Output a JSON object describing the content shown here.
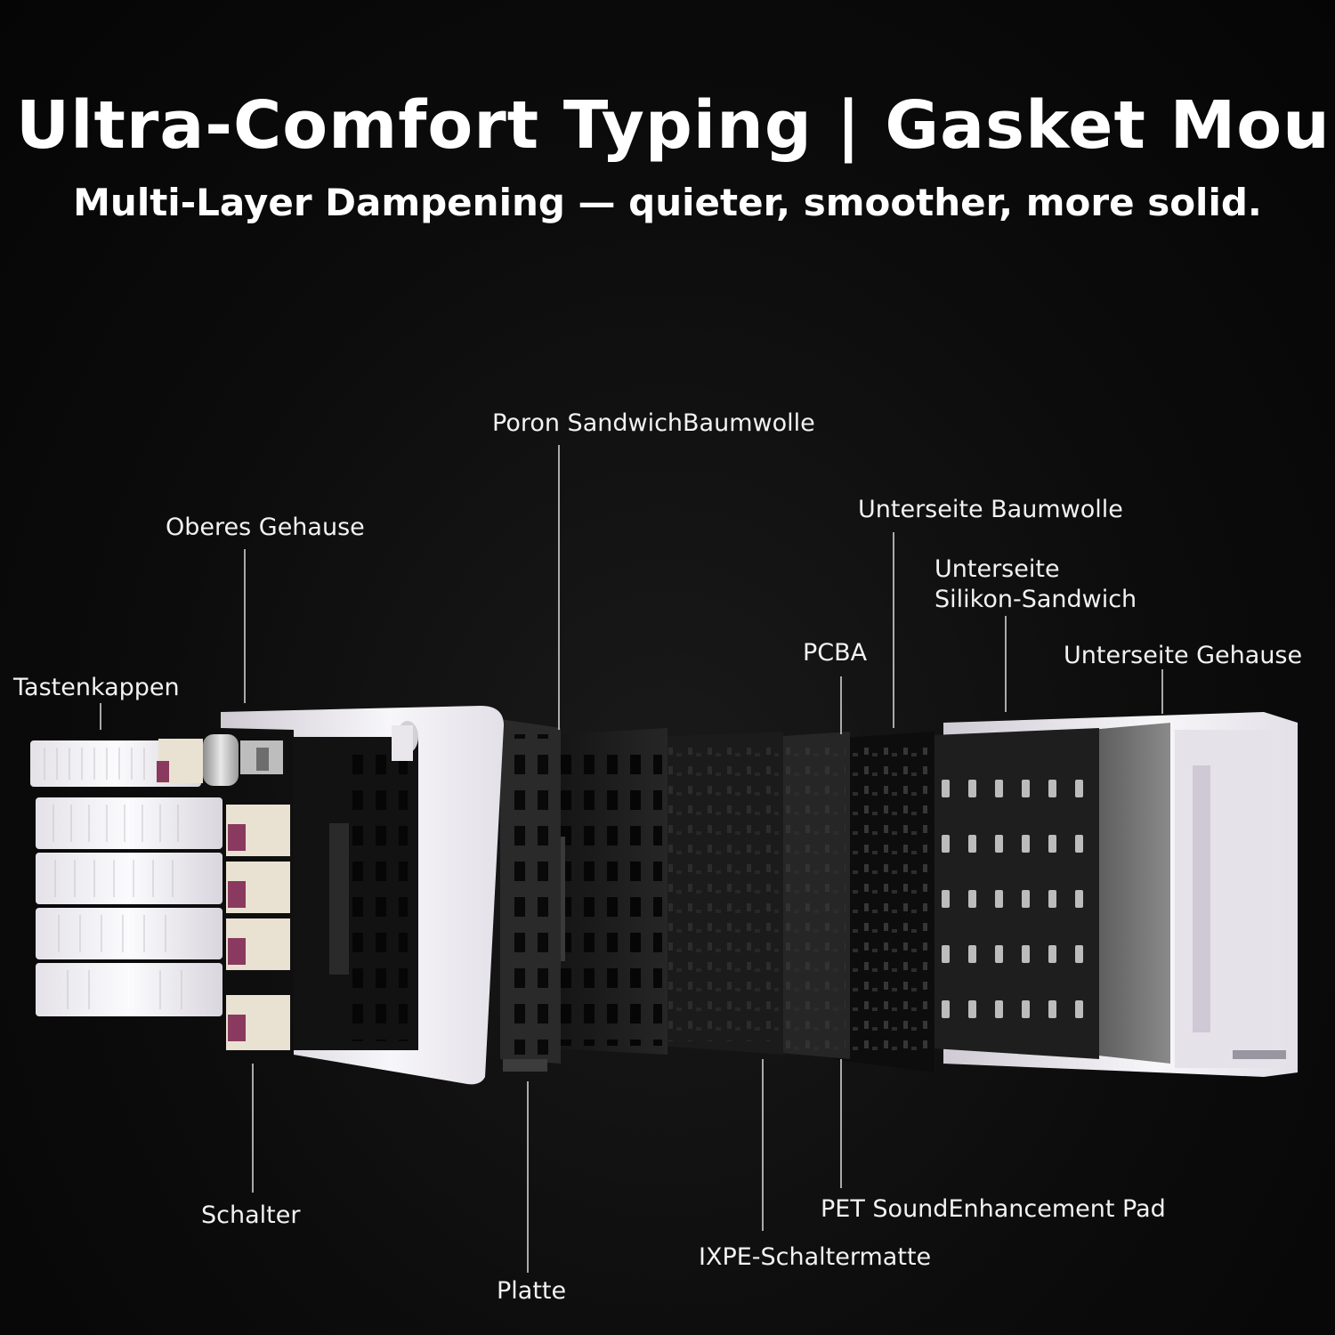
{
  "header": {
    "title": "Ultra-Comfort Typing | Gasket Mount",
    "subtitle": "Multi-Layer Dampening — quieter, smoother, more solid."
  },
  "callouts": {
    "keycaps": "Tastenkappen",
    "top_case": "Oberes Gehause",
    "switches": "Schalter",
    "plate": "Platte",
    "poron_foam": "Poron SandwichBaumwolle",
    "ixpe_mat": "IXPE-Schaltermatte",
    "pcba": "PCBA",
    "pet_pad": "PET SoundEnhancement Pad",
    "bottom_foam": "Unterseite Baumwolle",
    "silicone_line1": "Unterseite",
    "silicone_line2": "Silikon-Sandwich",
    "bottom_case": "Unterseite Gehause"
  },
  "colors": {
    "background": "#0a0a0a",
    "text": "#ffffff",
    "leader_line": "#d0d0d0",
    "case_white": "#f4f2f6",
    "layer_dark": "#1c1c1c",
    "switch_stem": "#8a3a5e",
    "switch_housing": "#e9e2d2"
  }
}
